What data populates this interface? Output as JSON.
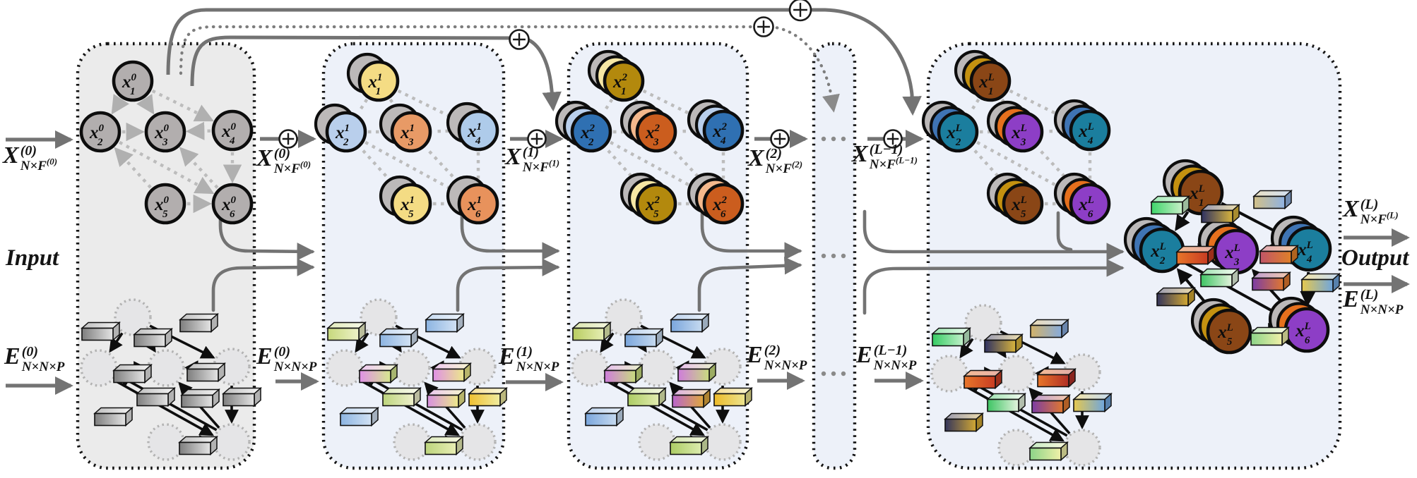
{
  "diagram": {
    "title": "Graph neural network architecture with node features X and edge features E propagated through L layers",
    "node_symbol": "x",
    "oplus_symbol": "⊕",
    "ellipsis": "···",
    "input_label": "Input",
    "output_label": "Output",
    "junction_labels": [
      {
        "id": "in-x",
        "main": "X",
        "sup": "(0)",
        "sub": "N×F",
        "subexp": "(0)"
      },
      {
        "id": "in-e",
        "main": "E",
        "sup": "(0)",
        "sub": "N×N×P",
        "subexp": ""
      },
      {
        "id": "x0",
        "main": "X",
        "sup": "(0)",
        "sub": "N×F",
        "subexp": "(0)"
      },
      {
        "id": "e0",
        "main": "E",
        "sup": "(0)",
        "sub": "N×N×P",
        "subexp": ""
      },
      {
        "id": "x1",
        "main": "X",
        "sup": "(1)",
        "sub": "N×F",
        "subexp": "(1)"
      },
      {
        "id": "e1",
        "main": "E",
        "sup": "(1)",
        "sub": "N×N×P",
        "subexp": ""
      },
      {
        "id": "x2",
        "main": "X",
        "sup": "(2)",
        "sub": "N×F",
        "subexp": "(2)"
      },
      {
        "id": "e2",
        "main": "E",
        "sup": "(2)",
        "sub": "N×N×P",
        "subexp": ""
      },
      {
        "id": "xl1",
        "main": "X",
        "sup": "(L−1)",
        "sub": "N×F",
        "subexp": "(L−1)"
      },
      {
        "id": "el1",
        "main": "E",
        "sup": "(L−1)",
        "sub": "N×N×P",
        "subexp": ""
      },
      {
        "id": "out-x",
        "main": "X",
        "sup": "(L)",
        "sub": "N×F",
        "subexp": "(L)"
      },
      {
        "id": "out-e",
        "main": "E",
        "sup": "(L)",
        "sub": "N×N×P",
        "subexp": ""
      }
    ],
    "panels": [
      {
        "id": "layer-0",
        "bg": "#ebebeb",
        "node_sup": "0",
        "stack": 1,
        "nodes": [
          {
            "sub": "1",
            "front": "#b2aeae"
          },
          {
            "sub": "2",
            "front": "#b2aeae"
          },
          {
            "sub": "3",
            "front": "#b2aeae"
          },
          {
            "sub": "4",
            "front": "#b2aeae"
          },
          {
            "sub": "5",
            "front": "#b2aeae"
          },
          {
            "sub": "6",
            "front": "#b2aeae"
          }
        ],
        "box_colors": [
          [
            "#7e7e7e",
            "#e4e4e4"
          ],
          [
            "#7e7e7e",
            "#e4e4e4"
          ],
          [
            "#7e7e7e",
            "#e4e4e4"
          ],
          [
            "#7e7e7e",
            "#e4e4e4"
          ],
          [
            "#7e7e7e",
            "#e4e4e4"
          ],
          [
            "#7e7e7e",
            "#e4e4e4"
          ],
          [
            "#7e7e7e",
            "#e4e4e4"
          ],
          [
            "#7e7e7e",
            "#e4e4e4"
          ],
          [
            "#7e7e7e",
            "#e4e4e4"
          ],
          [
            "#7e7e7e",
            "#e4e4e4"
          ]
        ]
      },
      {
        "id": "layer-1",
        "bg": "#edf1f9",
        "node_sup": "1",
        "stack": 2,
        "nodes": [
          {
            "sub": "1",
            "front": "#f4dc84"
          },
          {
            "sub": "2",
            "front": "#b9cfec"
          },
          {
            "sub": "3",
            "front": "#e89a66"
          },
          {
            "sub": "4",
            "front": "#aecbea"
          },
          {
            "sub": "5",
            "front": "#f4dc84"
          },
          {
            "sub": "6",
            "front": "#e8925c"
          }
        ],
        "box_colors": [
          [
            "#c6d87c",
            "#eef2c8"
          ],
          [
            "#8cb4e2",
            "#d2e2f4"
          ],
          [
            "#8cb4e2",
            "#d2e2f4"
          ],
          [
            "#df90e6",
            "#d6e88e"
          ],
          [
            "#df90e6",
            "#ece88a"
          ],
          [
            "#bcd47c",
            "#eef0cc"
          ],
          [
            "#d790e0",
            "#ece88a"
          ],
          [
            "#f0c030",
            "#f0eca0"
          ],
          [
            "#8cb4e2",
            "#d2e2f4"
          ],
          [
            "#bcd47c",
            "#e8eeb4"
          ]
        ]
      },
      {
        "id": "layer-2",
        "bg": "#edf1f9",
        "node_sup": "2",
        "stack": 3,
        "nodes": [
          {
            "sub": "1",
            "front": "#b3890d",
            "mid": "#f6e7a4"
          },
          {
            "sub": "2",
            "front": "#2f70b2",
            "mid": "#b9cfec"
          },
          {
            "sub": "3",
            "front": "#cb5d1e",
            "mid": "#f4b88c"
          },
          {
            "sub": "4",
            "front": "#2f70b2",
            "mid": "#b9cfec"
          },
          {
            "sub": "5",
            "front": "#b3890d",
            "mid": "#f6e7a4"
          },
          {
            "sub": "6",
            "front": "#cb5d1e",
            "mid": "#f4b88c"
          }
        ],
        "box_colors": [
          [
            "#b8cc60",
            "#e6eeb4"
          ],
          [
            "#7aa6dc",
            "#c6daf0"
          ],
          [
            "#7aa6dc",
            "#c6daf0"
          ],
          [
            "#cf7cdc",
            "#c8dc7e"
          ],
          [
            "#cf7cdc",
            "#c8dc7e"
          ],
          [
            "#accc64",
            "#e2ecb0"
          ],
          [
            "#b864cc",
            "#e0a83e"
          ],
          [
            "#ecba28",
            "#ece490"
          ],
          [
            "#7aa6dc",
            "#c6daf0"
          ],
          [
            "#accc64",
            "#dcecae"
          ]
        ]
      },
      {
        "id": "hidden-layers",
        "bg": "#edf1f9",
        "type": "ellipsis"
      },
      {
        "id": "layer-L",
        "bg": "#edf1f9",
        "node_sup": "L",
        "stack": 3,
        "nodes": [
          {
            "sub": "1",
            "front": "#8a4616",
            "mid": "#c49110"
          },
          {
            "sub": "2",
            "front": "#1b7e9e",
            "mid": "#3f74b4"
          },
          {
            "sub": "3",
            "front": "#8d3ec6",
            "mid": "#e5701d"
          },
          {
            "sub": "4",
            "front": "#1b7e9e",
            "mid": "#3f74b4"
          },
          {
            "sub": "5",
            "front": "#8a4616",
            "mid": "#c49110"
          },
          {
            "sub": "6",
            "front": "#8d3ec6",
            "mid": "#e5701d"
          }
        ],
        "box_colors": [
          [
            "#35cc63",
            "#c2f0ca"
          ],
          [
            "#d2b269",
            "#86abdc"
          ],
          [
            "#2e3162",
            "#d8b43c"
          ],
          [
            "#e8762a",
            "#c83c22"
          ],
          [
            "#e8762a",
            "#b02e26"
          ],
          [
            "#3ec463",
            "#e4f4de"
          ],
          [
            "#7c3ca4",
            "#e07830"
          ],
          [
            "#e6c84e",
            "#6fa6de"
          ],
          [
            "#34355c",
            "#d2a833"
          ],
          [
            "#8cd488",
            "#f0f0a8"
          ]
        ]
      }
    ],
    "output_graph": {
      "node_sup": "L",
      "nodes": [
        {
          "sub": "1",
          "front": "#8a4616",
          "mid": "#c49110"
        },
        {
          "sub": "2",
          "front": "#1b7e9e",
          "mid": "#3f74b4"
        },
        {
          "sub": "3",
          "front": "#8d3ec6",
          "mid": "#e5701d"
        },
        {
          "sub": "4",
          "front": "#1b7e9e",
          "mid": "#3f74b4"
        },
        {
          "sub": "5",
          "front": "#8a4616",
          "mid": "#c49110"
        },
        {
          "sub": "6",
          "front": "#8d3ec6",
          "mid": "#e5701d"
        }
      ],
      "box_colors": [
        [
          "#3ed46a",
          "#c8f0c8"
        ],
        [
          "#d2c088",
          "#8fb2e2"
        ],
        [
          "#2e3162",
          "#d8b43c"
        ],
        [
          "#e8762a",
          "#c83c22"
        ],
        [
          "#c05568",
          "#e08028"
        ],
        [
          "#3ec463",
          "#e4f4de"
        ],
        [
          "#7c3ca4",
          "#e07830"
        ],
        [
          "#e6c84e",
          "#6fa6de"
        ],
        [
          "#34355c",
          "#d2a833"
        ],
        [
          "#8cd488",
          "#f0f0a8"
        ]
      ]
    },
    "colors": {
      "skip_line": "#737373",
      "arrow_gray": "#737373",
      "node_edge_dotted": "#bcbcbc",
      "black_arrow": "#0e0e0e",
      "dashed_node_fill": "#e5e5e7",
      "dashed_node_border": "#b2b2b2",
      "back_disk": "#bcb9b9",
      "panel_border": "#141414",
      "ellipsis_dot": "#8a8a8a"
    }
  }
}
